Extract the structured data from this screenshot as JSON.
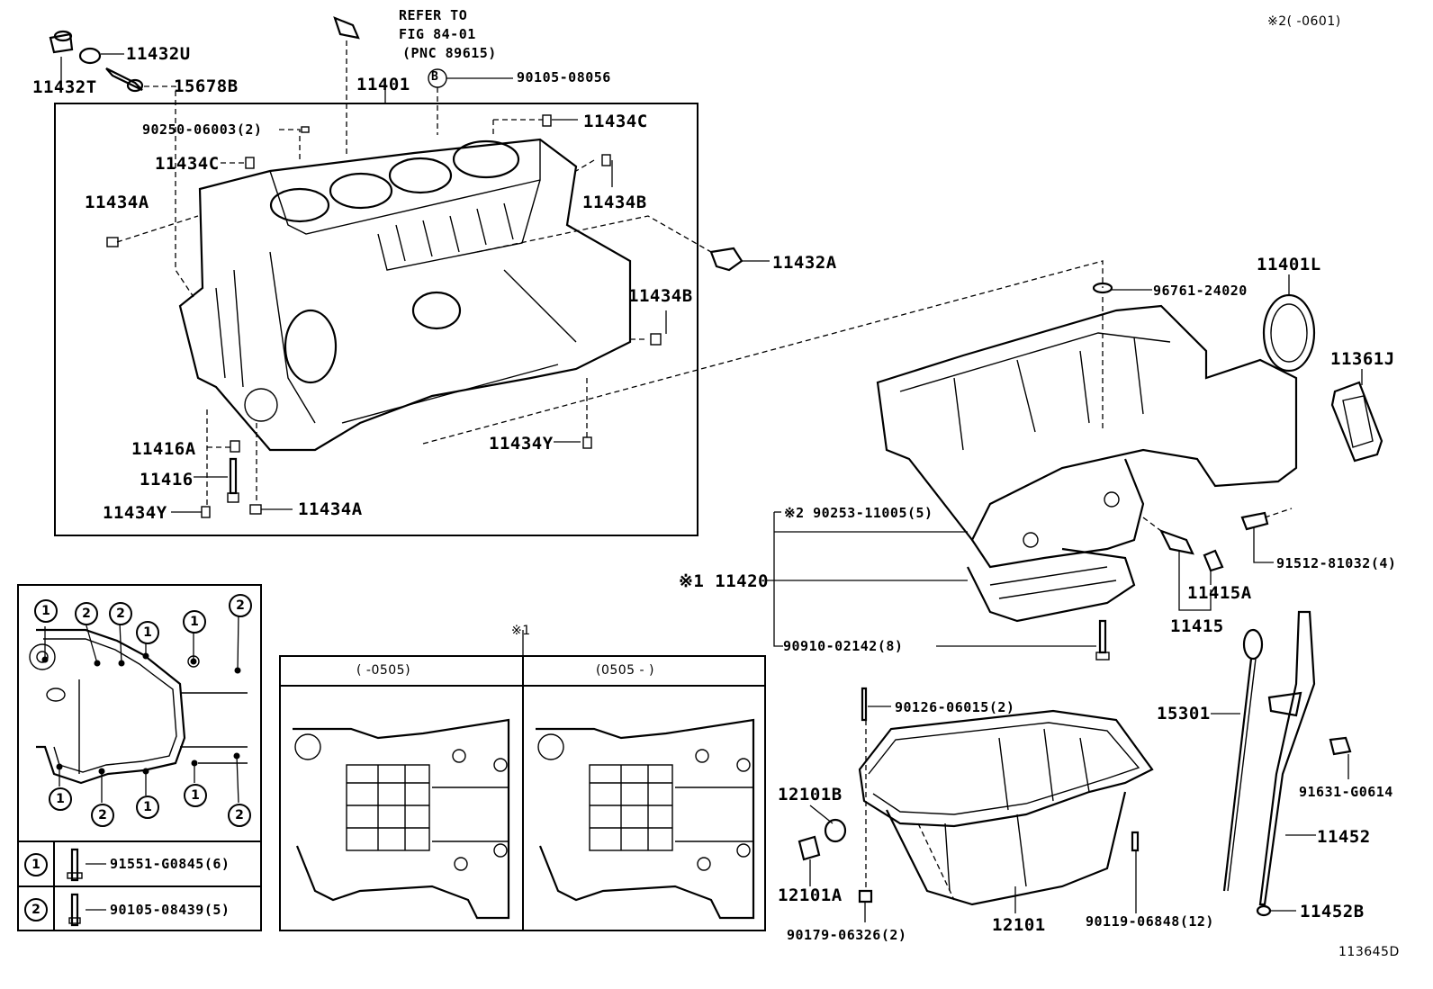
{
  "labels": {
    "refer": [
      "REFER TO",
      "FIG 84-01",
      "(PNC 89615)"
    ],
    "note_top_right": "※2(     -0601)",
    "p11432T": "11432T",
    "p11432U": "11432U",
    "p15678B": "15678B",
    "p11401": "11401",
    "p90105_08056": "90105-08056",
    "bolt_b_marker": "B",
    "p90250": "90250-06003(2)",
    "p11434C_a": "11434C",
    "p11434C_b": "11434C",
    "p11434B_a": "11434B",
    "p11434B_b": "11434B",
    "p11434A_a": "11434A",
    "p11434A_b": "11434A",
    "p11432A": "11432A",
    "p11416A": "11416A",
    "p11416": "11416",
    "p11434Y_a": "11434Y",
    "p11434Y_b": "11434Y",
    "p96761": "96761-24020",
    "p11401L": "11401L",
    "p11361J": "11361J",
    "p90253": "※2 90253-11005(5)",
    "p11420": "※1 11420",
    "p91512": "91512-81032(4)",
    "p11415A": "11415A",
    "p11415": "11415",
    "p90910": "90910-02142(8)",
    "p90126": "90126-06015(2)",
    "p15301": "15301",
    "p91631": "91631-G0614",
    "p12101B": "12101B",
    "p12101A": "12101A",
    "p11452": "11452",
    "p90179": "90179-06326(2)",
    "p12101": "12101",
    "p90119": "90119-06848(12)",
    "p11452B": "11452B",
    "fig_id": "113645D",
    "note1_marker": "※1"
  },
  "legend": {
    "rows": [
      {
        "key": "1",
        "part": "91551-G0845(6)"
      },
      {
        "key": "2",
        "part": "90105-08439(5)"
      }
    ],
    "diagram_marks": [
      "1",
      "2",
      "2",
      "1",
      "1",
      "2",
      "1",
      "2",
      "1",
      "1",
      "2"
    ]
  },
  "variants": {
    "left": "(     -0505)",
    "right": "(0505 -     )"
  }
}
